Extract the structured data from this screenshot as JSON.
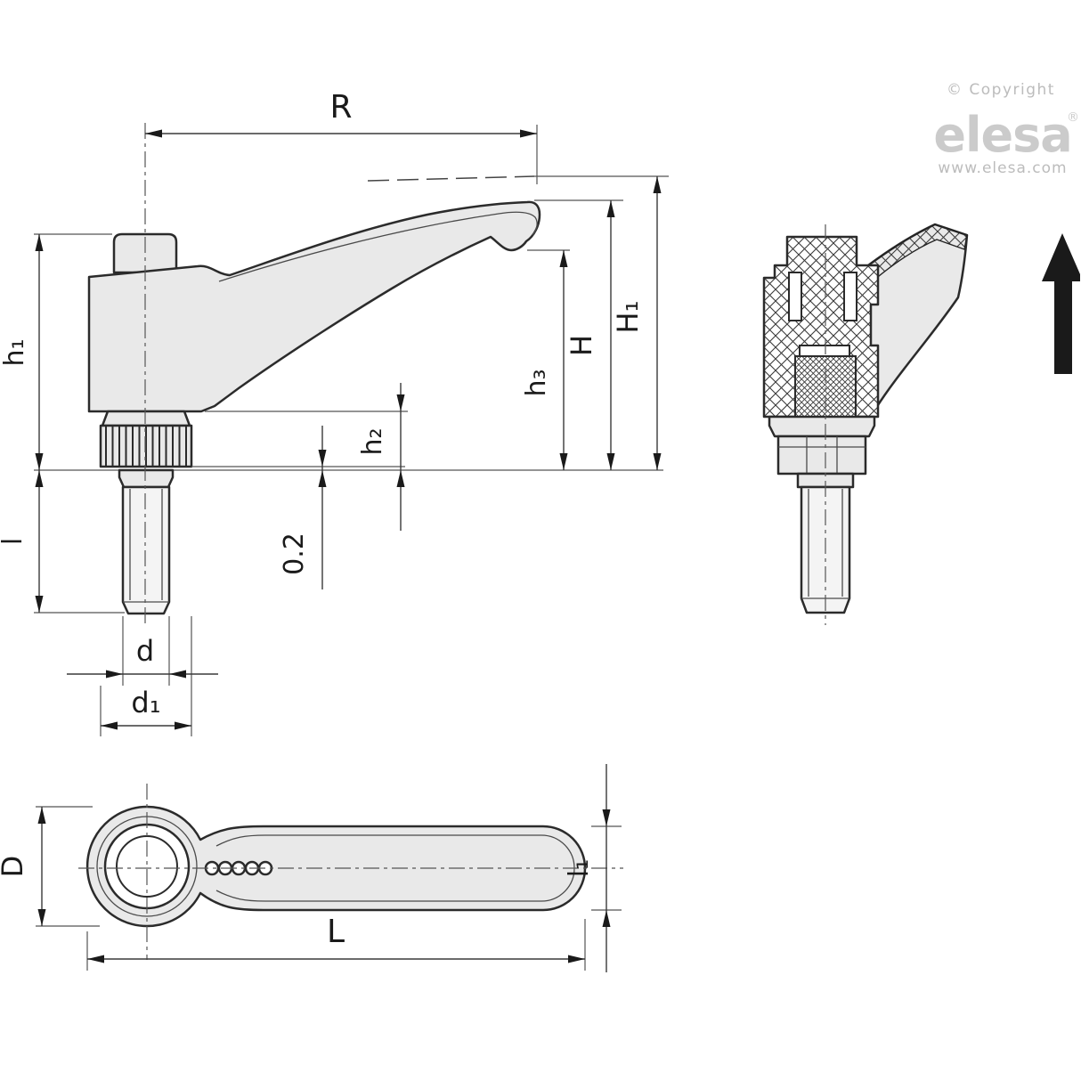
{
  "branding": {
    "copyright": "© Copyright",
    "logo": "elesa",
    "registered": "®",
    "website": "www.elesa.com"
  },
  "labels": {
    "R": "R",
    "h1": "h₁",
    "l": "l",
    "h2": "h₂",
    "tolerance": "0.2",
    "h3": "h₃",
    "H": "H",
    "H1": "H₁",
    "d": "d",
    "d1": "d₁",
    "D": "D",
    "L": "L",
    "l1": "l₁"
  },
  "colors": {
    "outline": "#2b2b2b",
    "part_fill": "#e9e9e9",
    "dimension_line": "#555555",
    "label_text": "#1a1a1a",
    "logo_gray": "#cbcbcb",
    "logo_secondary_gray": "#bcbcbc",
    "direction_arrow": "#1a1a1a",
    "background": "#ffffff"
  }
}
